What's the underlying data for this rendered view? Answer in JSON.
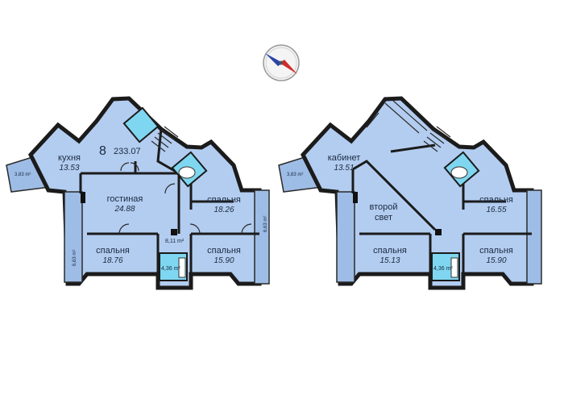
{
  "compass": {
    "icon": "compass-icon"
  },
  "plans": [
    {
      "apartment_number": "8",
      "total_area": "233.07",
      "rooms": {
        "kitchen": {
          "name": "кухня",
          "area": "13.53"
        },
        "living": {
          "name": "гостиная",
          "area": "24.88"
        },
        "bedroom_e": {
          "name": "спальня",
          "area": "18.26"
        },
        "bedroom_w": {
          "name": "спальня",
          "area": "18.76"
        },
        "bedroom_se": {
          "name": "спальня",
          "area": "15.90"
        }
      },
      "small_areas": {
        "balcony_w": "3,83 m²",
        "loggia_w": "6,63 m²",
        "loggia_e": "6,63 m²",
        "hall": "8,11 m²",
        "bath": "4,36 m²"
      }
    },
    {
      "rooms": {
        "study": {
          "name": "кабинет",
          "area": "13.51"
        },
        "void_1": {
          "name": "второй"
        },
        "void_2": {
          "name": "свет"
        },
        "bedroom_e": {
          "name": "спальня",
          "area": "16.55"
        },
        "bedroom_w": {
          "name": "спальня",
          "area": "15.13"
        },
        "bedroom_se": {
          "name": "спальня",
          "area": "15.90"
        }
      },
      "small_areas": {
        "balcony_w": "3,83 m²",
        "bath": "4,36 m²"
      }
    }
  ]
}
